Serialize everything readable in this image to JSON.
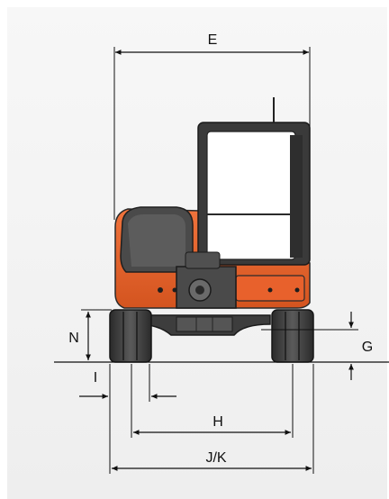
{
  "dimensions": {
    "E": "E",
    "N": "N",
    "G": "G",
    "I": "I",
    "H": "H",
    "JK": "J/K"
  },
  "colors": {
    "machine_orange": "#e8612c",
    "machine_dark": "#3a3a3a",
    "cab_glass": "#ffffff",
    "line": "#111111"
  }
}
